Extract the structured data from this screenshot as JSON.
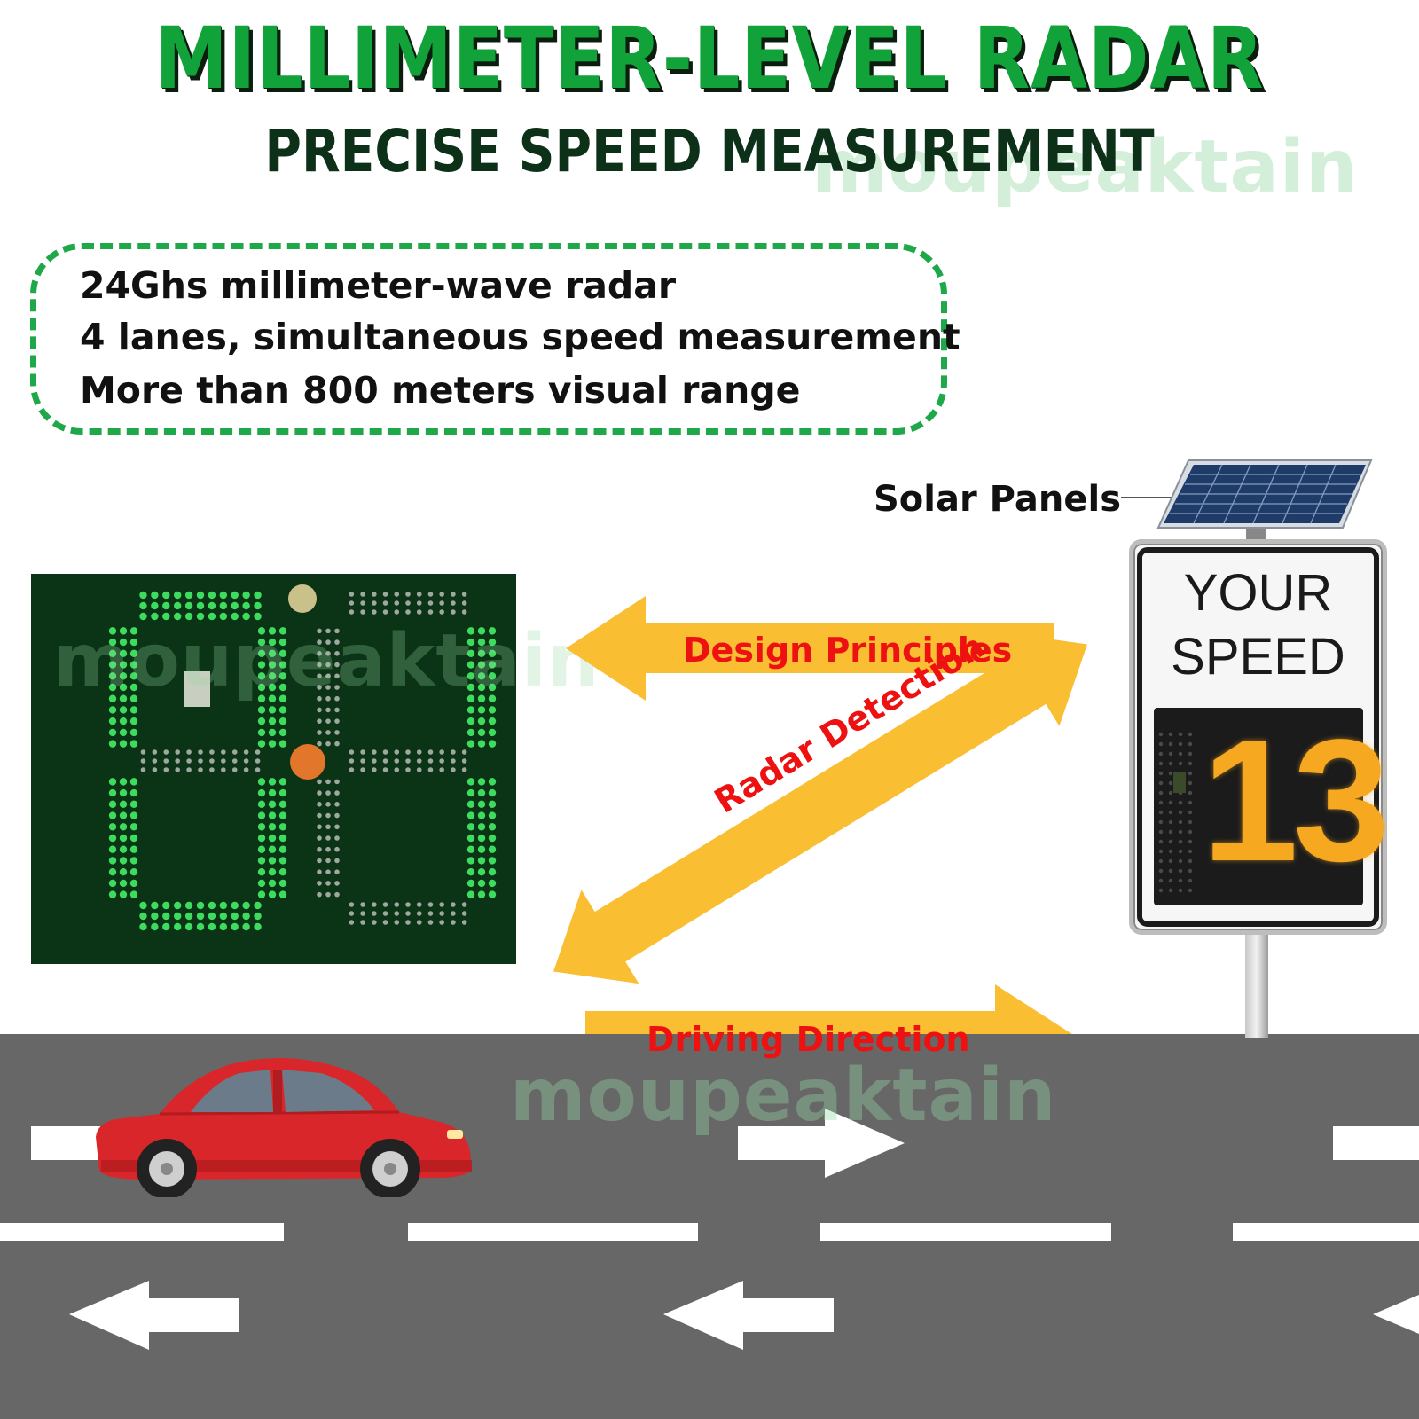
{
  "header": {
    "title": "MILLIMETER-LEVEL RADAR",
    "subtitle": "PRECISE SPEED MEASUREMENT"
  },
  "features": [
    "24Ghs millimeter-wave radar",
    "4 lanes, simultaneous speed measurement",
    "More than 800 meters visual range"
  ],
  "labels": {
    "solar_panels": "Solar Panels",
    "design_principles": "Design Principles",
    "radar_detection": "Radar Detection",
    "driving_direction": "Driving Direction"
  },
  "sign": {
    "line1": "YOUR",
    "line2": "SPEED",
    "speed_value": "13"
  },
  "watermark": "moupeaktain",
  "colors": {
    "title_green": "#12a23a",
    "dashed_border": "#1ea84a",
    "arrow_yellow": "#f9be32",
    "label_red": "#ee1111",
    "led_green": "#3ddc5e",
    "led_amber": "#f6a821",
    "road_gray": "#676767",
    "car_red": "#d9262a"
  }
}
